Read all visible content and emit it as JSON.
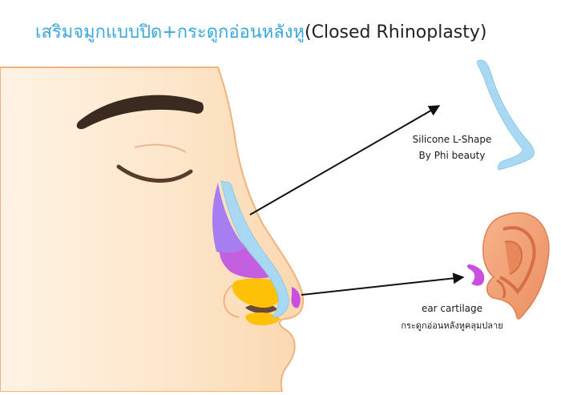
{
  "title": {
    "thai": "เสริมจมูกแบบปิด+กระดูกอ่อนหลังหู",
    "english": "(Closed Rhinoplasty)"
  },
  "implant_label": {
    "line1": "Silicone L-Shape",
    "line2": "By Phi beauty"
  },
  "ear_label": {
    "line1": "ear cartilage",
    "line2": "กระดูกอ่อนหลังหูคลุมปลาย"
  },
  "colors": {
    "title_thai": "#3aa8dc",
    "skin": "#fde4c4",
    "skin_outline": "#f0b27e",
    "implant": "#a9d9f2",
    "purple": "#a77df2",
    "magenta": "#c45fe0",
    "yellow": "#ffc107",
    "ear_cartilage": "#c84fe0",
    "ear": "#f2a27a",
    "eyebrow": "#3b2a20",
    "arrow": "#111111"
  }
}
